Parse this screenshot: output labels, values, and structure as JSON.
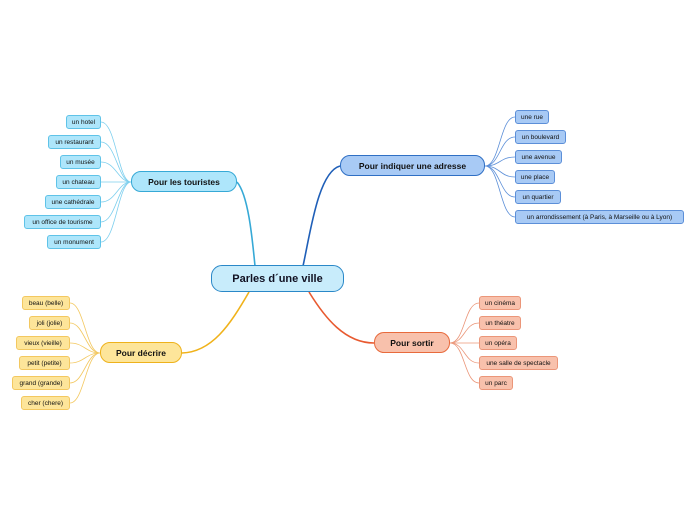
{
  "central": {
    "label": "Parles d´une ville"
  },
  "branches": {
    "touristes": {
      "label": "Pour les touristes",
      "color": "#36a9d6",
      "items": [
        "un hotel",
        "un restaurant",
        "un musée",
        "un chateau",
        "une cathédrale",
        "un office de tourisme",
        "un monument"
      ]
    },
    "adresse": {
      "label": "Pour indiquer une adresse",
      "color": "#1f5fb8",
      "items": [
        "une rue",
        "un boulevard",
        "une avenue",
        "une place",
        "un quartier",
        "un arrondissement (à Paris, à Marseille ou à Lyon)"
      ]
    },
    "decrire": {
      "label": "Pour décrire",
      "color": "#f0b21a",
      "items": [
        "beau (belle)",
        "joli (jolie)",
        "vieux (vieille)",
        "petit (petite)",
        "grand (grande)",
        "cher (chere)"
      ]
    },
    "sortir": {
      "label": "Pour sortir",
      "color": "#e85a30",
      "items": [
        "un cinéma",
        "un théatre",
        "un opéra",
        "une salle de spectacle",
        "un parc"
      ]
    }
  }
}
